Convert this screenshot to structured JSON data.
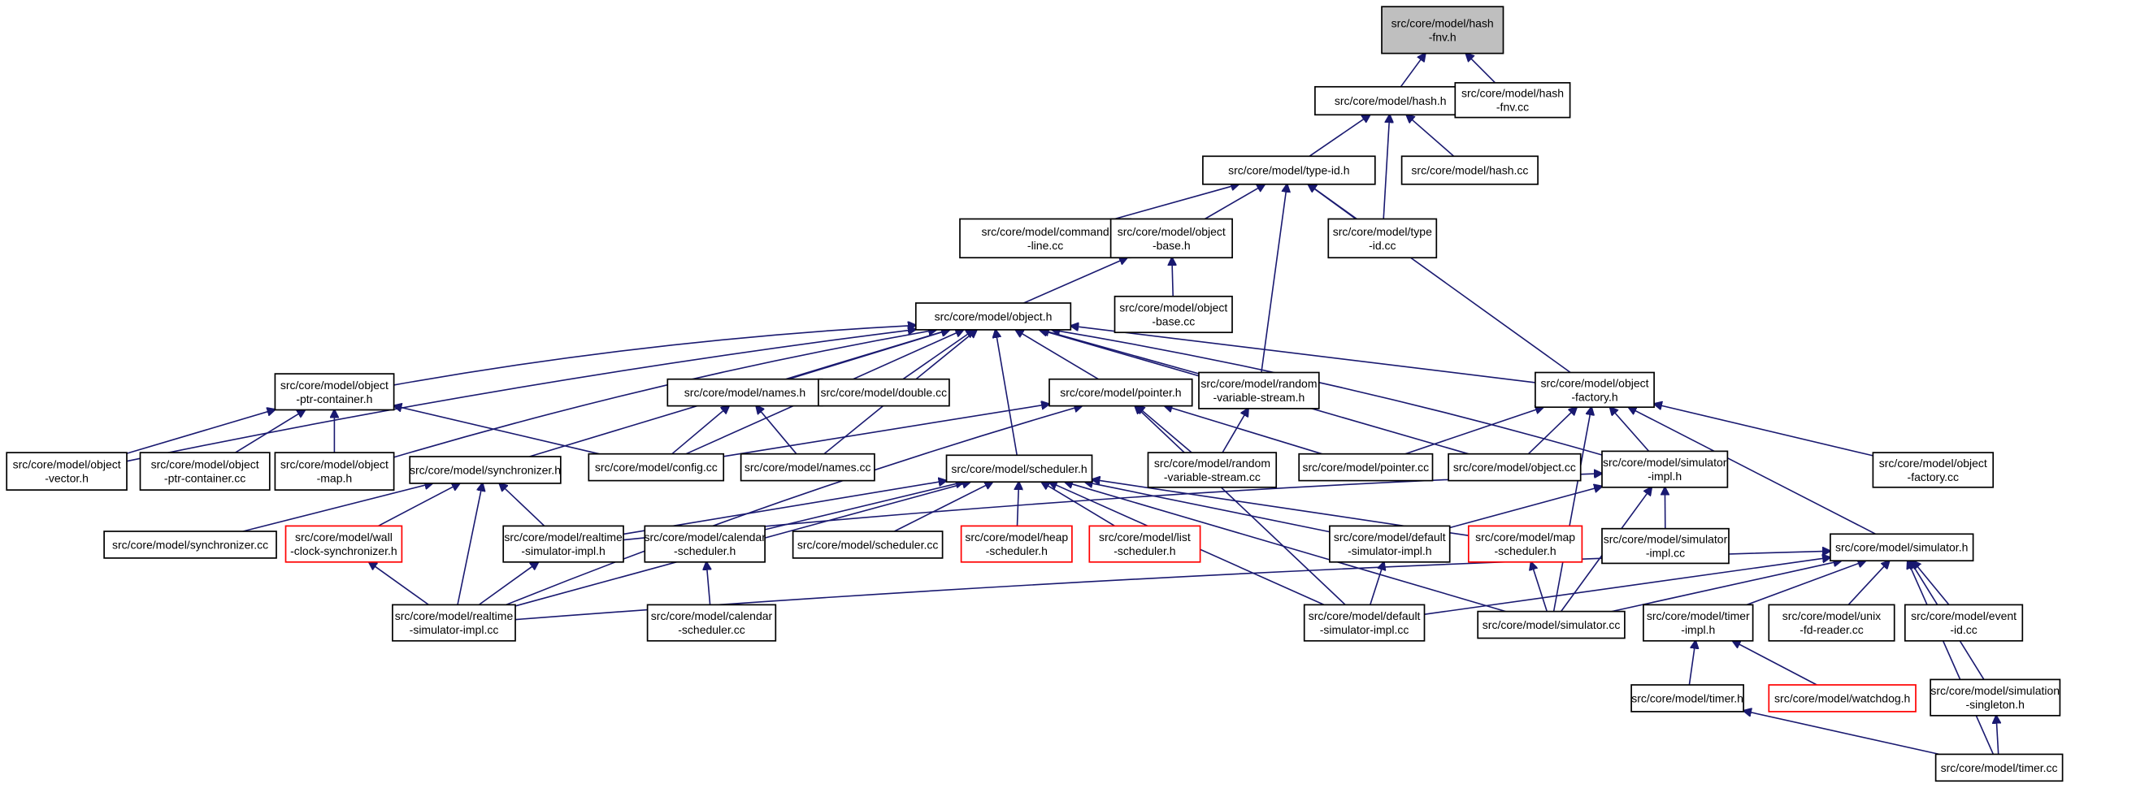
{
  "title": "",
  "colors": {
    "edge": "#191970",
    "root_fill": "#bfbfbf",
    "highlight_border": "#ff0000"
  },
  "nodes": [
    {
      "id": "hash_fnv_h",
      "lines": [
        "src/core/model/hash",
        "-fnv.h"
      ],
      "style": "root"
    },
    {
      "id": "hash_h",
      "lines": [
        "src/core/model/hash.h"
      ]
    },
    {
      "id": "hash_fnv_cc",
      "lines": [
        "src/core/model/hash",
        "-fnv.cc"
      ]
    },
    {
      "id": "type_id_h",
      "lines": [
        "src/core/model/type-id.h"
      ]
    },
    {
      "id": "hash_cc",
      "lines": [
        "src/core/model/hash.cc"
      ]
    },
    {
      "id": "command_line_cc",
      "lines": [
        "src/core/model/command",
        "-line.cc"
      ]
    },
    {
      "id": "object_base_h",
      "lines": [
        "src/core/model/object",
        "-base.h"
      ]
    },
    {
      "id": "type_id_cc",
      "lines": [
        "src/core/model/type",
        "-id.cc"
      ]
    },
    {
      "id": "object_base_cc",
      "lines": [
        "src/core/model/object",
        "-base.cc"
      ]
    },
    {
      "id": "object_h",
      "lines": [
        "src/core/model/object.h"
      ]
    },
    {
      "id": "object_ptr_container_h",
      "lines": [
        "src/core/model/object",
        "-ptr-container.h"
      ]
    },
    {
      "id": "names_h",
      "lines": [
        "src/core/model/names.h"
      ]
    },
    {
      "id": "double_cc",
      "lines": [
        "src/core/model/double.cc"
      ]
    },
    {
      "id": "pointer_h",
      "lines": [
        "src/core/model/pointer.h"
      ]
    },
    {
      "id": "random_variable_stream_h",
      "lines": [
        "src/core/model/random",
        "-variable-stream.h"
      ]
    },
    {
      "id": "object_factory_h",
      "lines": [
        "src/core/model/object",
        "-factory.h"
      ]
    },
    {
      "id": "object_vector_h",
      "lines": [
        "src/core/model/object",
        "-vector.h"
      ]
    },
    {
      "id": "object_ptr_container_cc",
      "lines": [
        "src/core/model/object",
        "-ptr-container.cc"
      ]
    },
    {
      "id": "object_map_h",
      "lines": [
        "src/core/model/object",
        "-map.h"
      ]
    },
    {
      "id": "synchronizer_h",
      "lines": [
        "src/core/model/synchronizer.h"
      ]
    },
    {
      "id": "config_cc",
      "lines": [
        "src/core/model/config.cc"
      ]
    },
    {
      "id": "names_cc",
      "lines": [
        "src/core/model/names.cc"
      ]
    },
    {
      "id": "scheduler_h",
      "lines": [
        "src/core/model/scheduler.h"
      ]
    },
    {
      "id": "random_variable_stream_cc",
      "lines": [
        "src/core/model/random",
        "-variable-stream.cc"
      ]
    },
    {
      "id": "pointer_cc",
      "lines": [
        "src/core/model/pointer.cc"
      ]
    },
    {
      "id": "object_cc",
      "lines": [
        "src/core/model/object.cc"
      ]
    },
    {
      "id": "simulator_impl_h",
      "lines": [
        "src/core/model/simulator",
        "-impl.h"
      ]
    },
    {
      "id": "object_factory_cc",
      "lines": [
        "src/core/model/object",
        "-factory.cc"
      ]
    },
    {
      "id": "synchronizer_cc",
      "lines": [
        "src/core/model/synchronizer.cc"
      ]
    },
    {
      "id": "wall_clock_synchronizer_h",
      "lines": [
        "src/core/model/wall",
        "-clock-synchronizer.h"
      ],
      "style": "red"
    },
    {
      "id": "realtime_simulator_impl_h",
      "lines": [
        "src/core/model/realtime",
        "-simulator-impl.h"
      ]
    },
    {
      "id": "calendar_scheduler_h",
      "lines": [
        "src/core/model/calendar",
        "-scheduler.h"
      ]
    },
    {
      "id": "scheduler_cc",
      "lines": [
        "src/core/model/scheduler.cc"
      ]
    },
    {
      "id": "heap_scheduler_h",
      "lines": [
        "src/core/model/heap",
        "-scheduler.h"
      ],
      "style": "red"
    },
    {
      "id": "list_scheduler_h",
      "lines": [
        "src/core/model/list",
        "-scheduler.h"
      ],
      "style": "red"
    },
    {
      "id": "default_simulator_impl_h",
      "lines": [
        "src/core/model/default",
        "-simulator-impl.h"
      ]
    },
    {
      "id": "map_scheduler_h",
      "lines": [
        "src/core/model/map",
        "-scheduler.h"
      ],
      "style": "red"
    },
    {
      "id": "simulator_impl_cc",
      "lines": [
        "src/core/model/simulator",
        "-impl.cc"
      ]
    },
    {
      "id": "simulator_h",
      "lines": [
        "src/core/model/simulator.h"
      ]
    },
    {
      "id": "realtime_simulator_impl_cc",
      "lines": [
        "src/core/model/realtime",
        "-simulator-impl.cc"
      ]
    },
    {
      "id": "calendar_scheduler_cc",
      "lines": [
        "src/core/model/calendar",
        "-scheduler.cc"
      ]
    },
    {
      "id": "default_simulator_impl_cc",
      "lines": [
        "src/core/model/default",
        "-simulator-impl.cc"
      ]
    },
    {
      "id": "simulator_cc",
      "lines": [
        "src/core/model/simulator.cc"
      ]
    },
    {
      "id": "timer_impl_h",
      "lines": [
        "src/core/model/timer",
        "-impl.h"
      ]
    },
    {
      "id": "unix_fd_reader_cc",
      "lines": [
        "src/core/model/unix",
        "-fd-reader.cc"
      ]
    },
    {
      "id": "event_id_cc",
      "lines": [
        "src/core/model/event",
        "-id.cc"
      ]
    },
    {
      "id": "timer_h",
      "lines": [
        "src/core/model/timer.h"
      ]
    },
    {
      "id": "watchdog_h",
      "lines": [
        "src/core/model/watchdog.h"
      ],
      "style": "red"
    },
    {
      "id": "simulation_singleton_h",
      "lines": [
        "src/core/model/simulation",
        "-singleton.h"
      ]
    },
    {
      "id": "timer_cc",
      "lines": [
        "src/core/model/timer.cc"
      ]
    }
  ],
  "edges": [
    [
      "hash_h",
      "hash_fnv_h"
    ],
    [
      "hash_fnv_cc",
      "hash_fnv_h"
    ],
    [
      "type_id_h",
      "hash_h"
    ],
    [
      "hash_cc",
      "hash_h"
    ],
    [
      "type_id_cc",
      "hash_h"
    ],
    [
      "command_line_cc",
      "type_id_h"
    ],
    [
      "object_base_h",
      "type_id_h"
    ],
    [
      "type_id_cc",
      "type_id_h"
    ],
    [
      "random_variable_stream_h",
      "type_id_h"
    ],
    [
      "object_factory_h",
      "type_id_h"
    ],
    [
      "object_base_cc",
      "object_base_h"
    ],
    [
      "object_h",
      "object_base_h"
    ],
    [
      "object_ptr_container_h",
      "object_h"
    ],
    [
      "object_vector_h",
      "object_h"
    ],
    [
      "object_map_h",
      "object_h"
    ],
    [
      "synchronizer_h",
      "object_h"
    ],
    [
      "config_cc",
      "object_h"
    ],
    [
      "names_h",
      "object_h"
    ],
    [
      "double_cc",
      "object_h"
    ],
    [
      "names_cc",
      "object_h"
    ],
    [
      "scheduler_h",
      "object_h"
    ],
    [
      "pointer_h",
      "object_h"
    ],
    [
      "random_variable_stream_h",
      "object_h"
    ],
    [
      "object_factory_h",
      "object_h"
    ],
    [
      "object_cc",
      "object_h"
    ],
    [
      "simulator_impl_h",
      "object_h"
    ],
    [
      "object_vector_h",
      "object_ptr_container_h"
    ],
    [
      "object_ptr_container_cc",
      "object_ptr_container_h"
    ],
    [
      "object_map_h",
      "object_ptr_container_h"
    ],
    [
      "config_cc",
      "object_ptr_container_h"
    ],
    [
      "config_cc",
      "names_h"
    ],
    [
      "names_cc",
      "names_h"
    ],
    [
      "config_cc",
      "pointer_h"
    ],
    [
      "random_variable_stream_cc",
      "pointer_h"
    ],
    [
      "pointer_cc",
      "pointer_h"
    ],
    [
      "realtime_simulator_impl_cc",
      "pointer_h"
    ],
    [
      "default_simulator_impl_cc",
      "pointer_h"
    ],
    [
      "random_variable_stream_cc",
      "random_variable_stream_h"
    ],
    [
      "pointer_cc",
      "object_factory_h"
    ],
    [
      "object_cc",
      "object_factory_h"
    ],
    [
      "simulator_impl_h",
      "object_factory_h"
    ],
    [
      "object_factory_cc",
      "object_factory_h"
    ],
    [
      "simulator_h",
      "object_factory_h"
    ],
    [
      "simulator_cc",
      "object_factory_h"
    ],
    [
      "synchronizer_cc",
      "synchronizer_h"
    ],
    [
      "wall_clock_synchronizer_h",
      "synchronizer_h"
    ],
    [
      "realtime_simulator_impl_h",
      "synchronizer_h"
    ],
    [
      "realtime_simulator_impl_cc",
      "synchronizer_h"
    ],
    [
      "realtime_simulator_impl_h",
      "scheduler_h"
    ],
    [
      "calendar_scheduler_h",
      "scheduler_h"
    ],
    [
      "scheduler_cc",
      "scheduler_h"
    ],
    [
      "heap_scheduler_h",
      "scheduler_h"
    ],
    [
      "list_scheduler_h",
      "scheduler_h"
    ],
    [
      "default_simulator_impl_h",
      "scheduler_h"
    ],
    [
      "map_scheduler_h",
      "scheduler_h"
    ],
    [
      "simulator_cc",
      "scheduler_h"
    ],
    [
      "default_simulator_impl_cc",
      "scheduler_h"
    ],
    [
      "realtime_simulator_impl_cc",
      "scheduler_h"
    ],
    [
      "realtime_simulator_impl_h",
      "simulator_impl_h"
    ],
    [
      "default_simulator_impl_h",
      "simulator_impl_h"
    ],
    [
      "simulator_impl_cc",
      "simulator_impl_h"
    ],
    [
      "simulator_cc",
      "simulator_impl_h"
    ],
    [
      "realtime_simulator_impl_cc",
      "wall_clock_synchronizer_h"
    ],
    [
      "realtime_simulator_impl_cc",
      "realtime_simulator_impl_h"
    ],
    [
      "calendar_scheduler_cc",
      "calendar_scheduler_h"
    ],
    [
      "default_simulator_impl_cc",
      "default_simulator_impl_h"
    ],
    [
      "simulator_cc",
      "map_scheduler_h"
    ],
    [
      "realtime_simulator_impl_cc",
      "simulator_h"
    ],
    [
      "default_simulator_impl_cc",
      "simulator_h"
    ],
    [
      "simulator_cc",
      "simulator_h"
    ],
    [
      "timer_impl_h",
      "simulator_h"
    ],
    [
      "unix_fd_reader_cc",
      "simulator_h"
    ],
    [
      "event_id_cc",
      "simulator_h"
    ],
    [
      "simulation_singleton_h",
      "simulator_h"
    ],
    [
      "timer_cc",
      "simulator_h"
    ],
    [
      "timer_h",
      "timer_impl_h"
    ],
    [
      "watchdog_h",
      "timer_impl_h"
    ],
    [
      "timer_cc",
      "timer_h"
    ],
    [
      "timer_cc",
      "simulation_singleton_h"
    ]
  ]
}
